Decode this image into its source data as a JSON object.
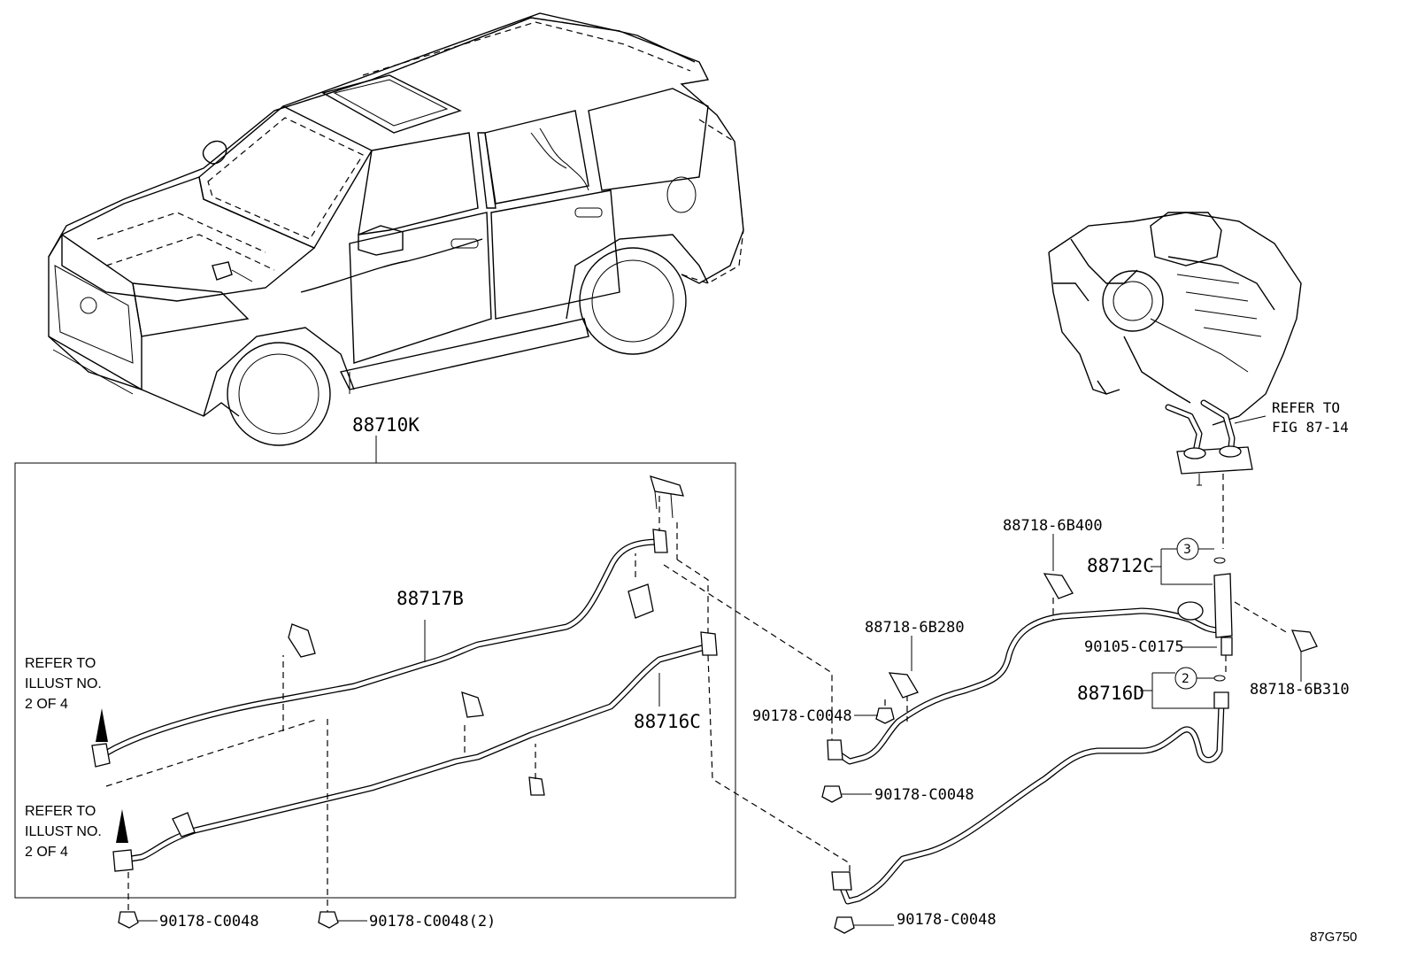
{
  "diagram": {
    "figure_code": "87G750",
    "kit_label": "88710K",
    "parts": {
      "p88717B": "88717B",
      "p88716C": "88716C",
      "p88712C": "88712C",
      "p88716D": "88716D",
      "p88718_6B400": "88718-6B400",
      "p88718_6B280": "88718-6B280",
      "p88718_6B310": "88718-6B310",
      "p90105_C0175": "90105-C0175",
      "p90178_C0048_a": "90178-C0048",
      "p90178_C0048_b": "90178-C0048",
      "p90178_C0048_c": "90178-C0048",
      "p90178_C0048_d": "90178-C0048",
      "p90178_C0048_e": "90178-C0048(2)"
    },
    "circled": {
      "c3": "3",
      "c2": "2"
    },
    "refer_fig": {
      "line1": "REFER TO",
      "line2": "FIG 87-14"
    },
    "refer_illust_top": {
      "line1": "REFER TO",
      "line2": "ILLUST NO.",
      "line3": "2 OF 4"
    },
    "refer_illust_bottom": {
      "line1": "REFER TO",
      "line2": "ILLUST NO.",
      "line3": "2 OF 4"
    }
  }
}
